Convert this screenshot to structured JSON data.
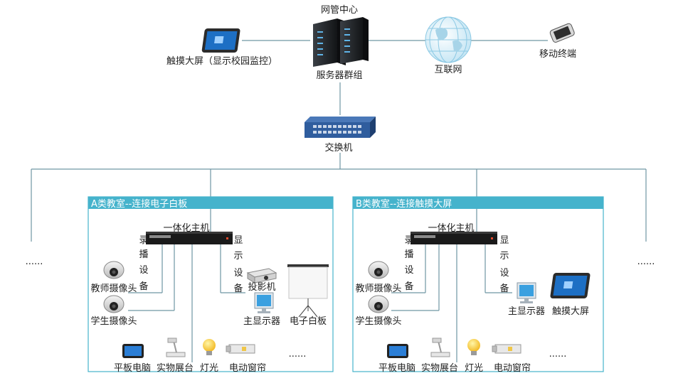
{
  "top": {
    "center_title": "网管中心",
    "touch_screen_label": "触摸大屏（显示校园监控）",
    "server_label": "服务器群组",
    "internet_label": "互联网",
    "mobile_label": "移动终端",
    "switch_label": "交换机",
    "ellipsis_left": "......",
    "ellipsis_right": "......"
  },
  "classroom_a": {
    "title": "A类教室--连接电子白板",
    "host_label": "一体化主机",
    "record_label": [
      "录",
      "播",
      "设",
      "备"
    ],
    "display_label": [
      "显",
      "示",
      "设",
      "备"
    ],
    "teacher_camera": "教师摄像头",
    "student_camera": "学生摄像头",
    "projector": "投影机",
    "main_display": "主显示器",
    "whiteboard": "电子白板",
    "tablet": "平板电脑",
    "visualizer": "实物展台",
    "light": "灯光",
    "curtain": "电动窗帘",
    "more": "......"
  },
  "classroom_b": {
    "title": "B类教室--连接触摸大屏",
    "host_label": "一体化主机",
    "record_label": [
      "录",
      "播",
      "设",
      "备"
    ],
    "display_label": [
      "显",
      "示",
      "设",
      "备"
    ],
    "teacher_camera": "教师摄像头",
    "student_camera": "学生摄像头",
    "main_display": "主显示器",
    "touch_screen": "触摸大屏",
    "tablet": "平板电脑",
    "visualizer": "实物展台",
    "light": "灯光",
    "curtain": "电动窗帘",
    "more": "......"
  },
  "colors": {
    "line": "#6f96a3",
    "header": "#45b3cc",
    "switch": "#2f5d9e",
    "server": "#1f2226"
  }
}
